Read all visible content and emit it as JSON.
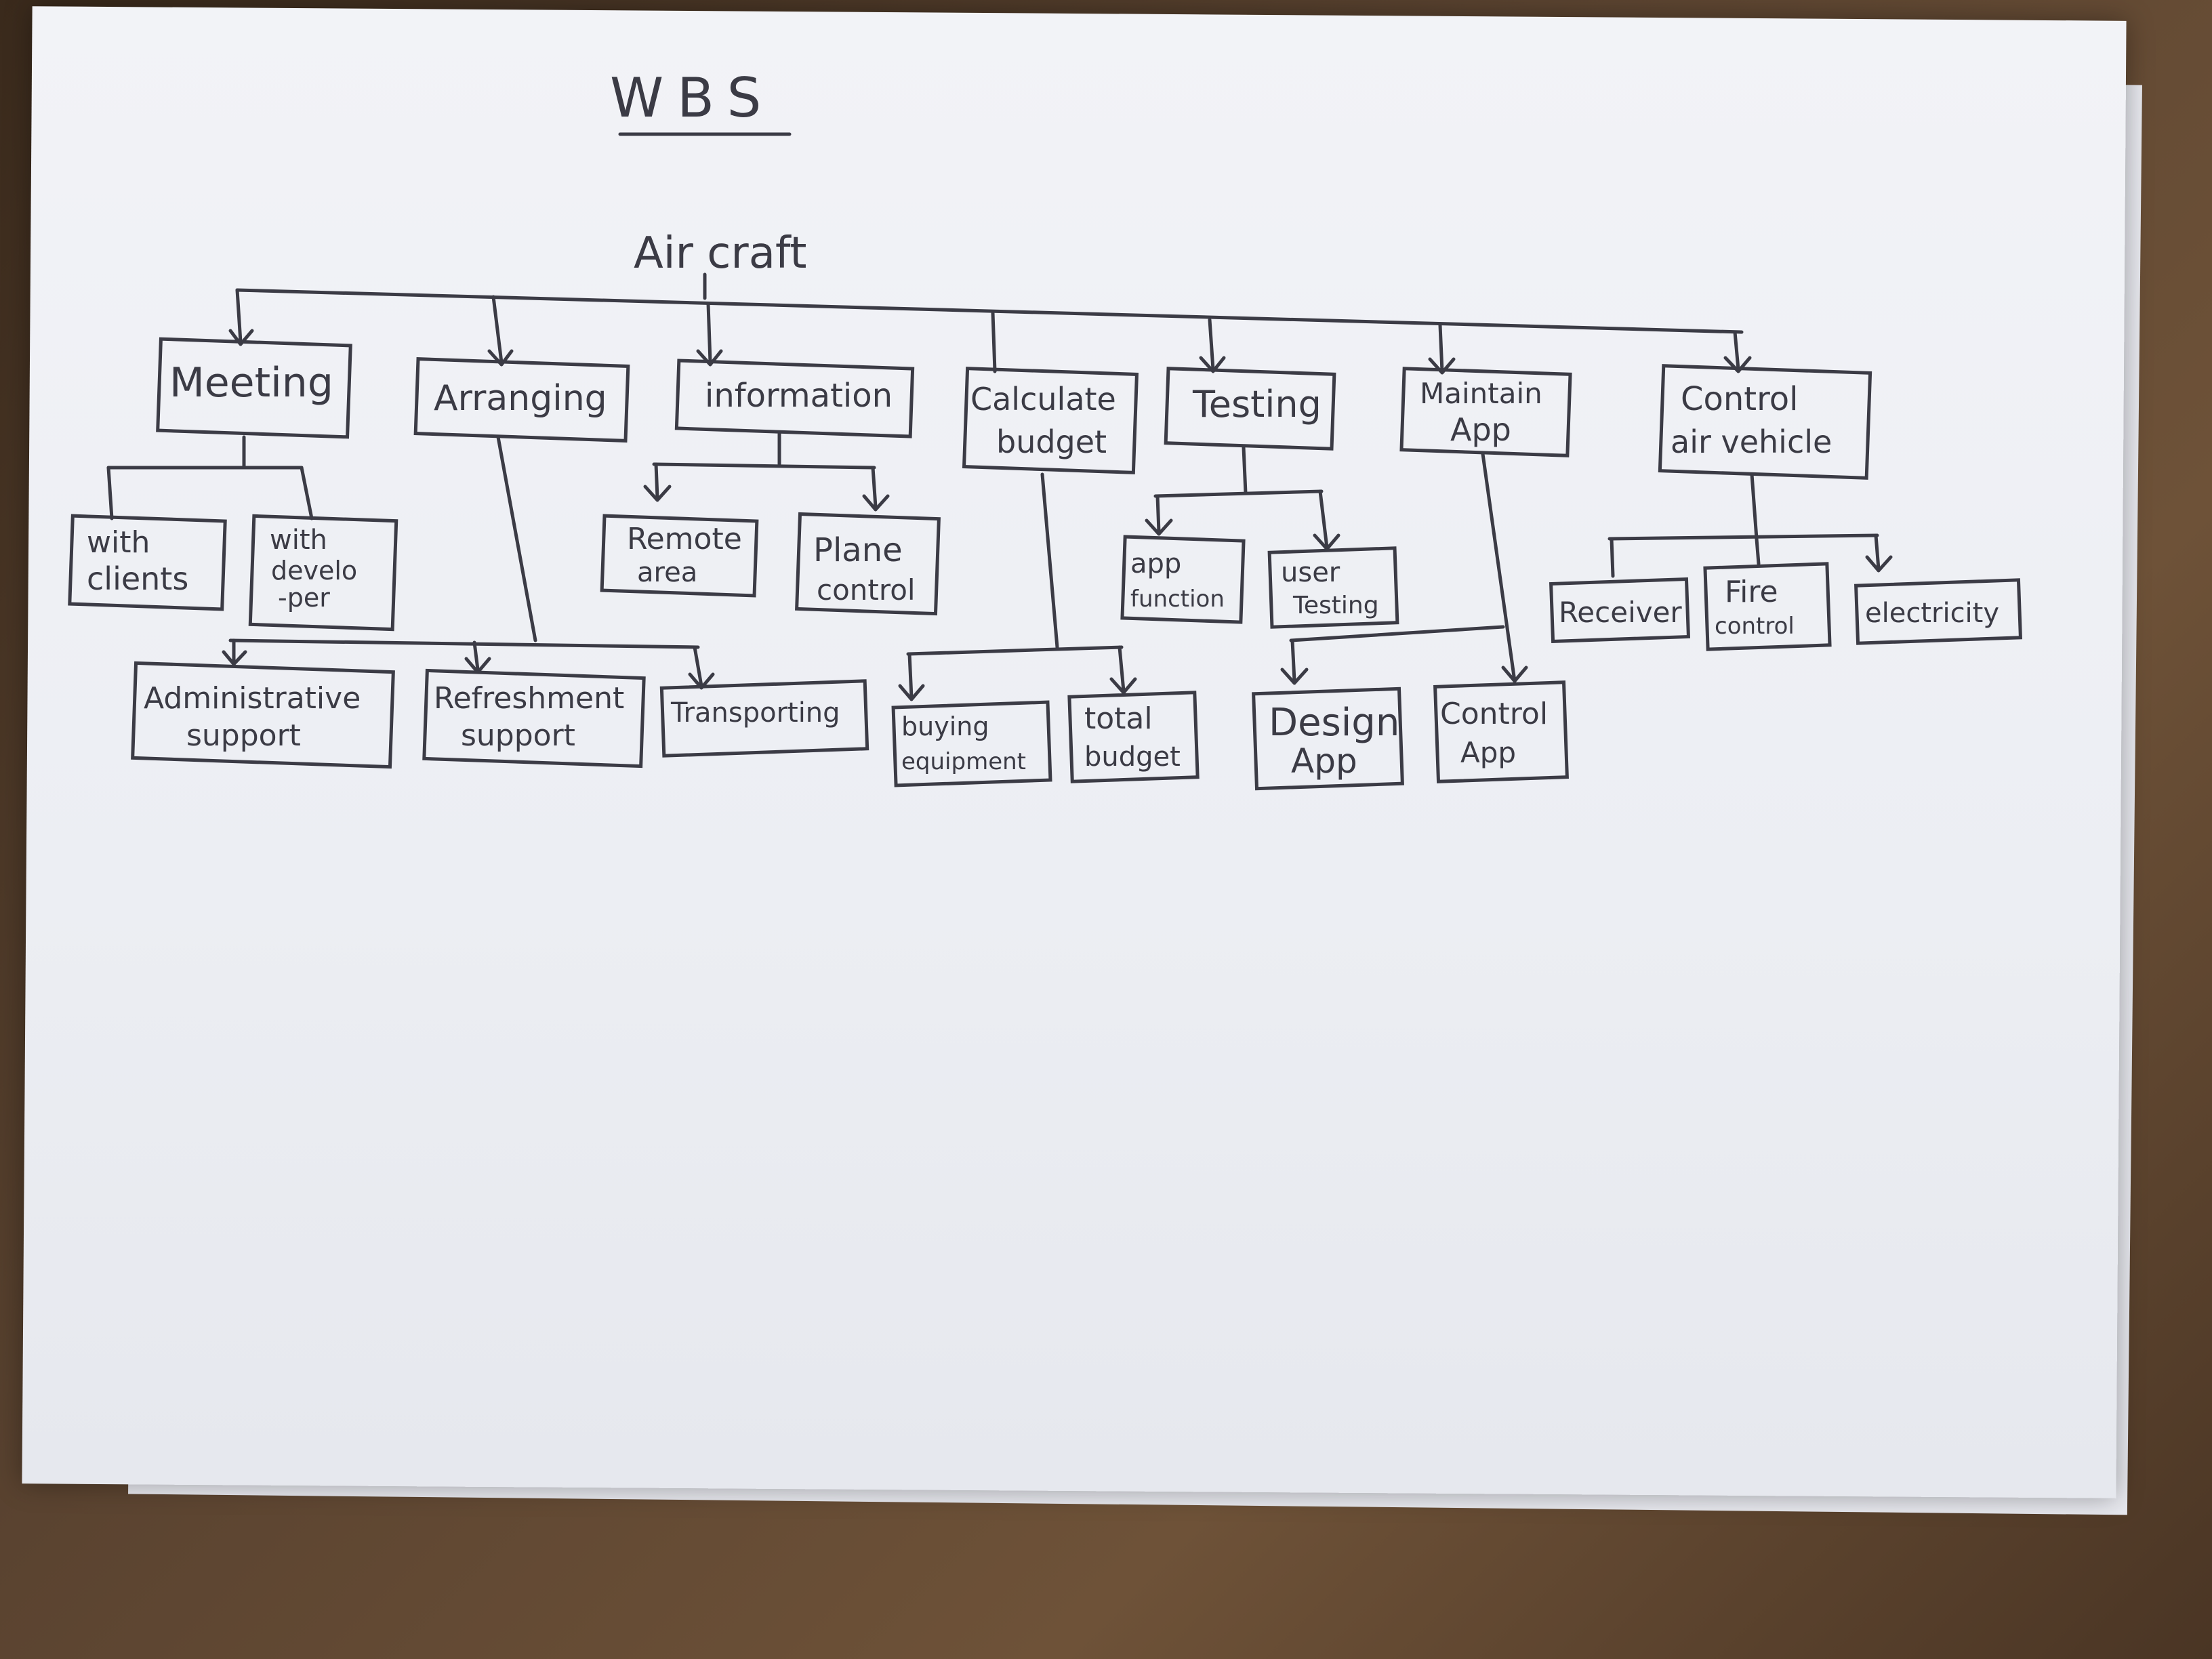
{
  "title": "WBS",
  "root": "Air craft",
  "nodes": {
    "meeting": "Meeting",
    "arranging": "Arranging",
    "information": "information",
    "calculate_budget_1": "Calculate",
    "calculate_budget_2": "budget",
    "testing": "Testing",
    "maintain_app_1": "Maintain",
    "maintain_app_2": "App",
    "control_air_vehicle_1": "Control",
    "control_air_vehicle_2": "air vehicle",
    "with_clients_1": "with",
    "with_clients_2": "clients",
    "with_developer_1": "with",
    "with_developer_2": "develo",
    "with_developer_3": "-per",
    "remote_area_1": "Remote",
    "remote_area_2": "area",
    "plane_control_1": "Plane",
    "plane_control_2": "control",
    "app_function_1": "app",
    "app_function_2": "function",
    "user_testing_1": "user",
    "user_testing_2": "Testing",
    "receiver": "Receiver",
    "fire_control_1": "Fire",
    "fire_control_2": "control",
    "electricity": "electricity",
    "administrative_support_1": "Administrative",
    "administrative_support_2": "support",
    "refreshment_support_1": "Refreshment",
    "refreshment_support_2": "support",
    "transporting": "Transporting",
    "buying_equipment_1": "buying",
    "buying_equipment_2": "equipment",
    "total_budget_1": "total",
    "total_budget_2": "budget",
    "design_app_1": "Design",
    "design_app_2": "App",
    "control_app_1": "Control",
    "control_app_2": "App"
  }
}
